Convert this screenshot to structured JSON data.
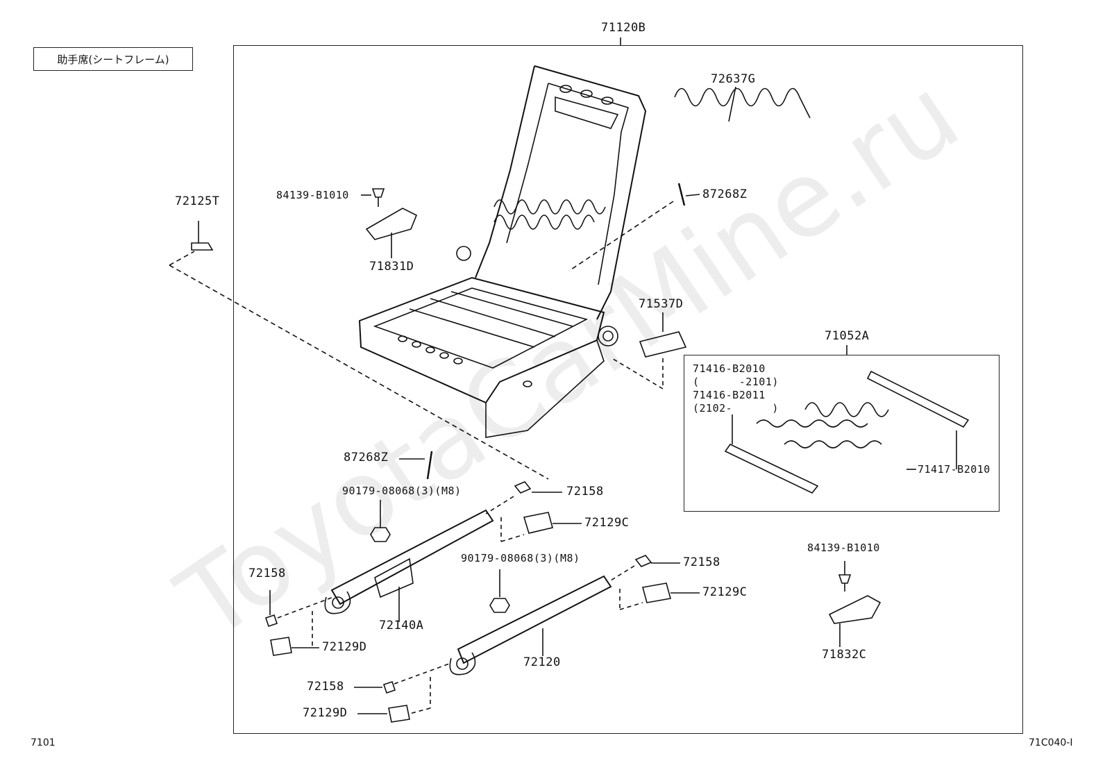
{
  "title": "助手席(シートフレーム)",
  "watermark": "ToyotaCarMine.ru",
  "corner_left": "7101",
  "corner_right": "71C040-I",
  "parts": {
    "p71120B": "71120B",
    "p72637G": "72637G",
    "p84139_top": "84139-B1010",
    "p72125T": "72125T",
    "p87268Z_top": "87268Z",
    "p71831D": "71831D",
    "p71537D": "71537D",
    "p71052A": "71052A",
    "p71416_B2010": "71416-B2010",
    "p71416_B2010_range": "(      -2101)",
    "p71416_B2011": "71416-B2011",
    "p71416_B2011_range": "(2102-      )",
    "p71417_B2010": "71417-B2010",
    "p87268Z_bottom": "87268Z",
    "p90179_left": "90179-08068(3)(M8)",
    "p72158_a": "72158",
    "p72129C_a": "72129C",
    "p90179_mid": "90179-08068(3)(M8)",
    "p72158_b": "72158",
    "p72129C_b": "72129C",
    "p84139_right": "84139-B1010",
    "p72158_c": "72158",
    "p72140A": "72140A",
    "p72129D_a": "72129D",
    "p72120": "72120",
    "p71832C": "71832C",
    "p72158_d": "72158",
    "p72129D_b": "72129D"
  }
}
